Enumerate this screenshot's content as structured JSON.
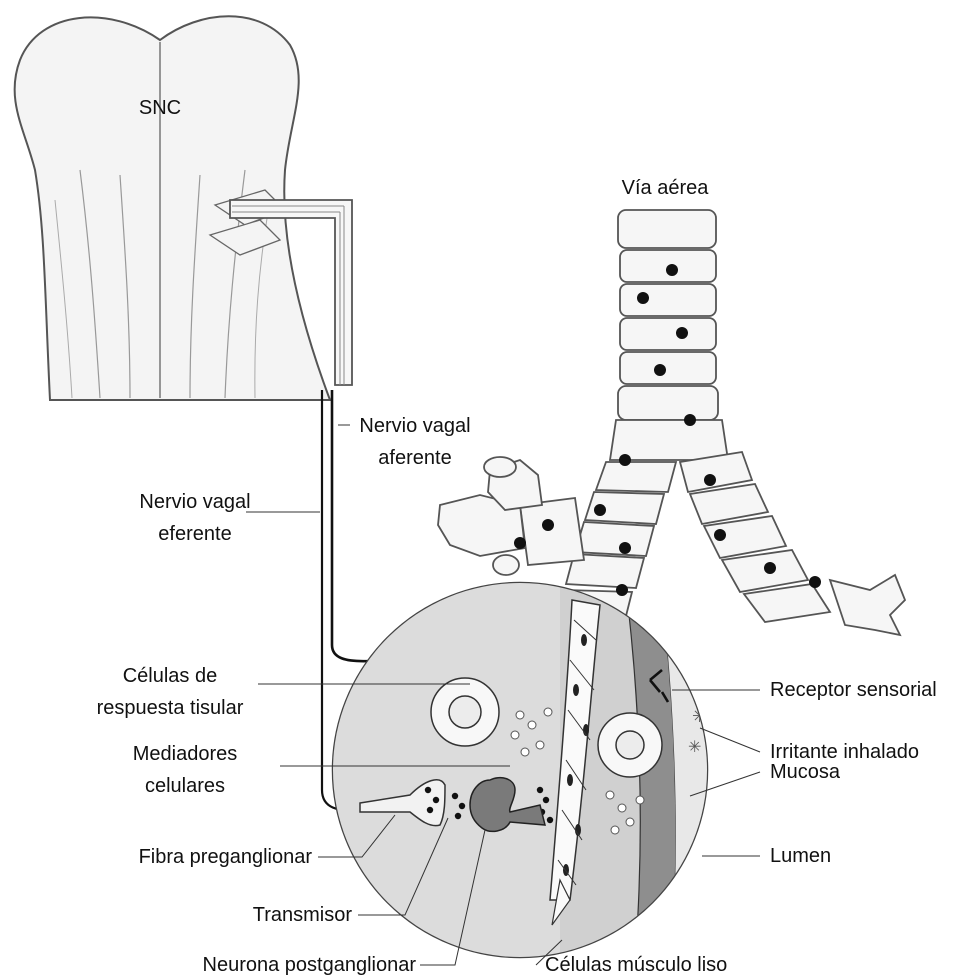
{
  "labels": {
    "snc": "SNC",
    "via_aerea": "Vía aérea",
    "nervio_vagal_aferente": [
      "Nervio vagal",
      "aferente"
    ],
    "nervio_vagal_eferente": [
      "Nervio vagal",
      "eferente"
    ],
    "celulas_respuesta_tisular": [
      "Células de",
      "respuesta tisular"
    ],
    "mediadores_celulares": [
      "Mediadores",
      "celulares"
    ],
    "fibra_preganglionar": "Fibra preganglionar",
    "transmisor": "Transmisor",
    "neurona_postganglionar": "Neurona postganglionar",
    "receptor_sensorial": "Receptor sensorial",
    "irritante_inhalado": "Irritante inhalado",
    "mucosa": "Mucosa",
    "lumen": "Lumen",
    "celulas_musculo_liso": "Células músculo liso"
  }
}
